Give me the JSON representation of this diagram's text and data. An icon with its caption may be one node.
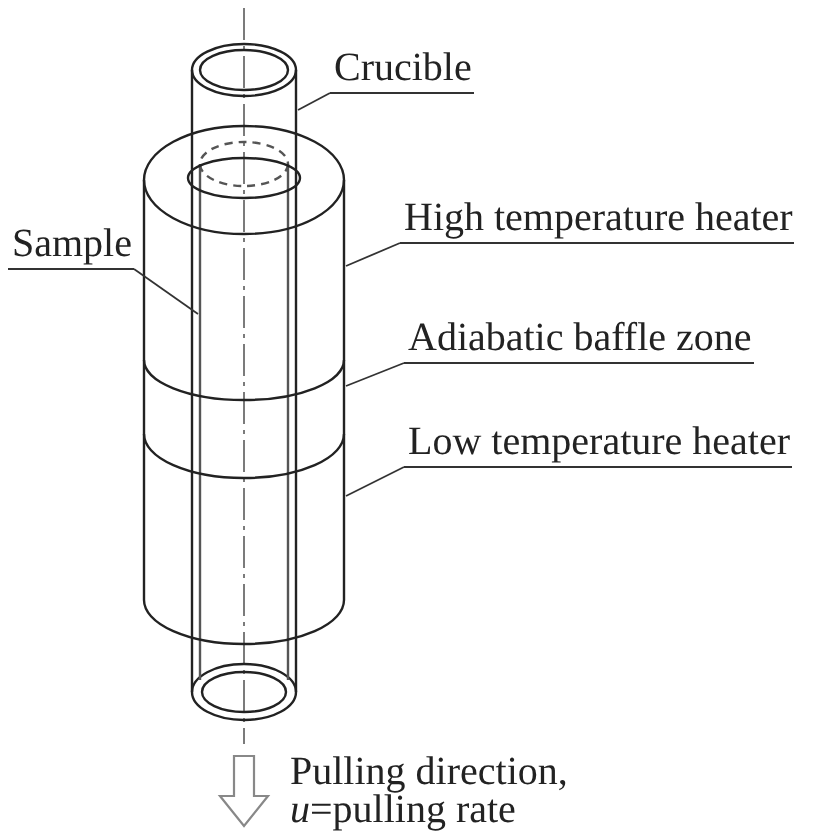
{
  "diagram": {
    "nodes": [
      {
        "text": [
          "Crucible"
        ]
      },
      {
        "text": [
          "High temperature heater"
        ]
      },
      {
        "text": [
          "Sample"
        ]
      },
      {
        "text": [
          "Adiabatic baffle zone"
        ]
      },
      {
        "text": [
          "Low temperature heater"
        ]
      },
      {
        "text": [],
        "shape": "cylinder"
      },
      {
        "text": [],
        "shape": "cylinder"
      },
      {
        "text": [],
        "shape": "cylinder",
        "in": 5
      },
      {
        "text": [],
        "shape": "cylinder"
      },
      {
        "text": [],
        "shape": "cylinder"
      }
    ],
    "edges": [
      {
        "from": 0,
        "to": 5,
        "arrow": "none"
      },
      {
        "from": 1,
        "to": 6,
        "arrow": "none"
      },
      {
        "from": 2,
        "to": 7,
        "arrow": "none"
      },
      {
        "from": 3,
        "to": 8,
        "arrow": "none"
      },
      {
        "from": 4,
        "to": 9,
        "arrow": "none"
      }
    ],
    "labels": [
      "Pulling direction, *u*=pulling rate"
    ]
  }
}
